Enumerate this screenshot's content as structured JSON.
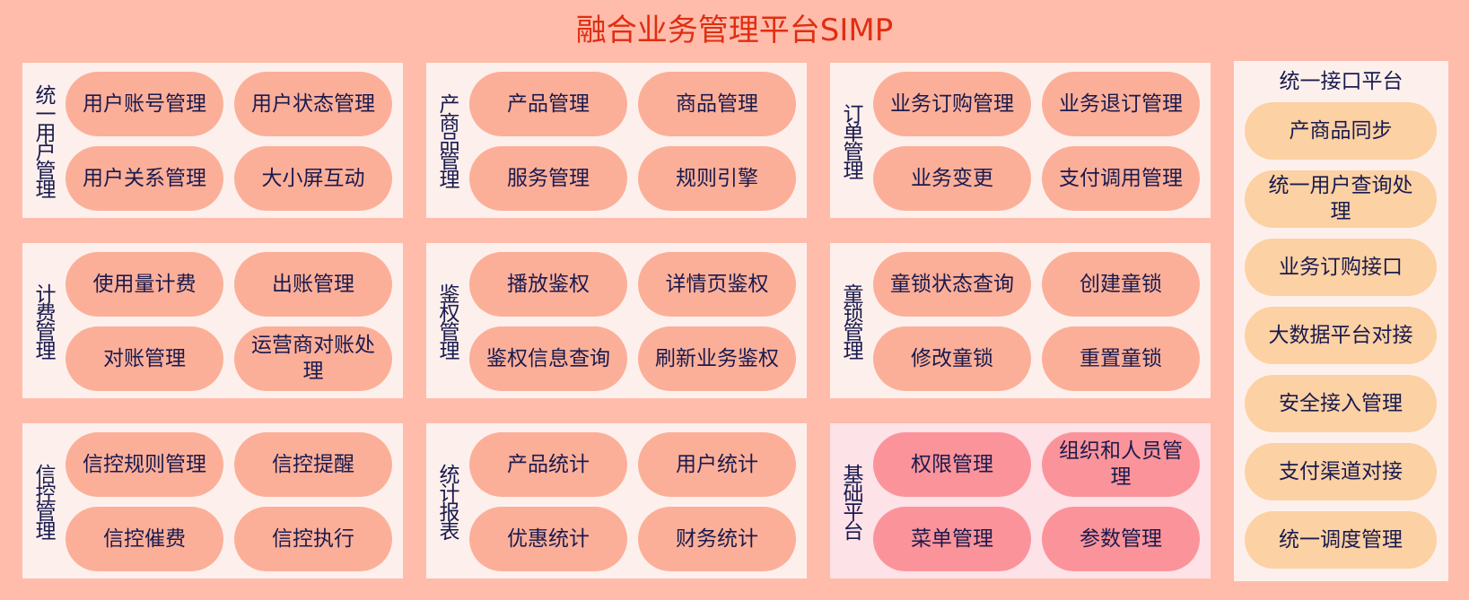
{
  "title": "融合业务管理平台SIMP",
  "colors": {
    "background": "#ffbcab",
    "title": "#e02e12",
    "panel": "#fdf0ec",
    "panel_highlight": "#fde2e8",
    "pill": "#fcaf98",
    "pill_highlight": "#fb949a",
    "right_pill": "#fcd1a3",
    "text": "#1a1a4e"
  },
  "panels": [
    {
      "label": "统一用户管理",
      "items": [
        "用户账号管理",
        "用户状态管理",
        "用户关系管理",
        "大小屏互动"
      ]
    },
    {
      "label": "产商品管理",
      "items": [
        "产品管理",
        "商品管理",
        "服务管理",
        "规则引擎"
      ]
    },
    {
      "label": "订单管理",
      "items": [
        "业务订购管理",
        "业务退订管理",
        "业务变更",
        "支付调用管理"
      ]
    },
    {
      "label": "计费管理",
      "items": [
        "使用量计费",
        "出账管理",
        "对账管理",
        "运营商对账处理"
      ]
    },
    {
      "label": "鉴权管理",
      "items": [
        "播放鉴权",
        "详情页鉴权",
        "鉴权信息查询",
        "刷新业务鉴权"
      ]
    },
    {
      "label": "童锁管理",
      "items": [
        "童锁状态查询",
        "创建童锁",
        "修改童锁",
        "重置童锁"
      ]
    },
    {
      "label": "信控管理",
      "items": [
        "信控规则管理",
        "信控提醒",
        "信控催费",
        "信控执行"
      ]
    },
    {
      "label": "统计报表",
      "items": [
        "产品统计",
        "用户统计",
        "优惠统计",
        "财务统计"
      ]
    },
    {
      "label": "基础平台",
      "items": [
        "权限管理",
        "组织和人员管理",
        "菜单管理",
        "参数管理"
      ]
    }
  ],
  "interface_platform": {
    "title": "统一接口平台",
    "items": [
      "产商品同步",
      "统一用户查询处理",
      "业务订购接口",
      "大数据平台对接",
      "安全接入管理",
      "支付渠道对接",
      "统一调度管理"
    ]
  }
}
